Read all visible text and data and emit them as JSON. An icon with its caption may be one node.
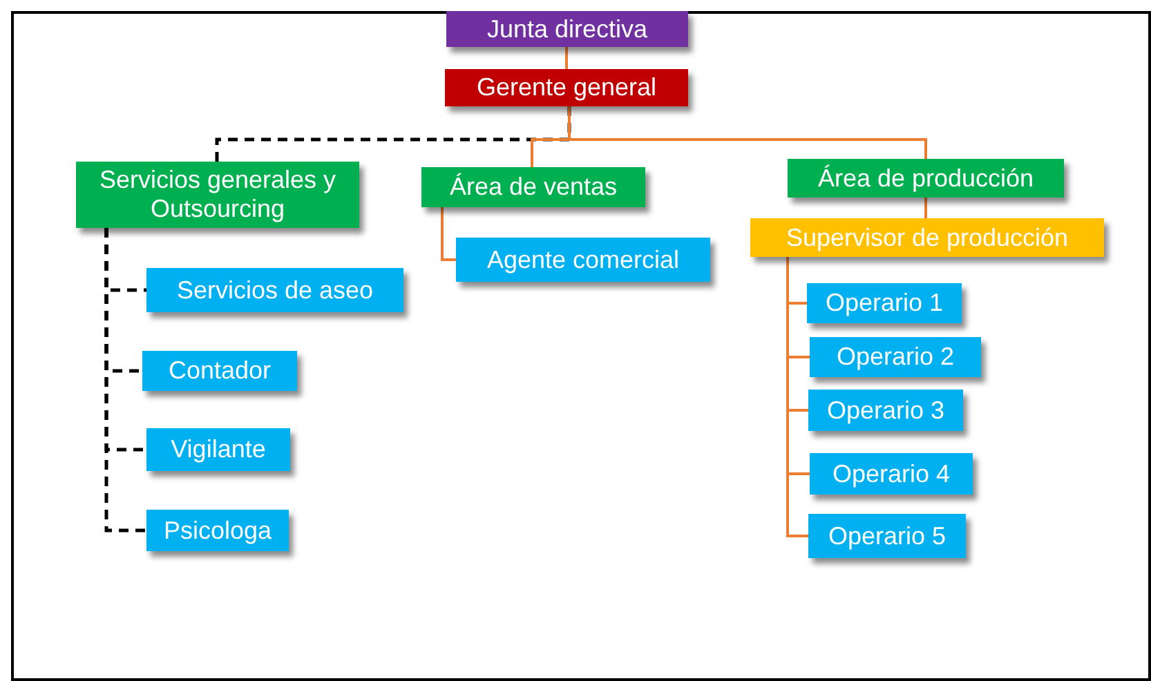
{
  "diagram": {
    "nodes": [
      {
        "text": [
          "Junta directiva"
        ]
      },
      {
        "text": [
          "Gerente general"
        ]
      },
      {
        "text": [
          "Servicios generales y Outsourcing"
        ]
      },
      {
        "text": [
          "Área de ventas"
        ]
      },
      {
        "text": [
          "Área de producción"
        ]
      },
      {
        "text": [
          "Agente comercial"
        ]
      },
      {
        "text": [
          "Supervisor de producción"
        ]
      },
      {
        "text": [
          "Servicios de aseo"
        ]
      },
      {
        "text": [
          "Contador"
        ]
      },
      {
        "text": [
          "Vigilante"
        ]
      },
      {
        "text": [
          "Psicologa"
        ]
      },
      {
        "text": [
          "Operario 1"
        ]
      },
      {
        "text": [
          "Operario 2"
        ]
      },
      {
        "text": [
          "Operario 3"
        ]
      },
      {
        "text": [
          "Operario 4"
        ]
      },
      {
        "text": [
          "Operario 5"
        ]
      }
    ],
    "edges": [
      {
        "from": 0,
        "to": 1,
        "arrow": "none"
      },
      {
        "from": 1,
        "to": 2,
        "arrow": "none",
        "style": "dashed",
        "color": "#000000"
      },
      {
        "from": 1,
        "to": 3,
        "arrow": "none"
      },
      {
        "from": 1,
        "to": 4,
        "arrow": "none"
      },
      {
        "from": 3,
        "to": 5,
        "arrow": "none"
      },
      {
        "from": 4,
        "to": 6,
        "arrow": "none"
      },
      {
        "from": 2,
        "to": 7,
        "arrow": "none",
        "style": "dashed",
        "color": "#000000"
      },
      {
        "from": 2,
        "to": 8,
        "arrow": "none",
        "style": "dashed",
        "color": "#000000"
      },
      {
        "from": 2,
        "to": 9,
        "arrow": "none",
        "style": "dashed",
        "color": "#000000"
      },
      {
        "from": 2,
        "to": 10,
        "arrow": "none",
        "style": "dashed",
        "color": "#000000"
      },
      {
        "from": 6,
        "to": 11,
        "arrow": "none"
      },
      {
        "from": 6,
        "to": 12,
        "arrow": "none"
      },
      {
        "from": 6,
        "to": 13,
        "arrow": "none"
      },
      {
        "from": 6,
        "to": 14,
        "arrow": "none"
      },
      {
        "from": 6,
        "to": 15,
        "arrow": "none"
      }
    ]
  }
}
